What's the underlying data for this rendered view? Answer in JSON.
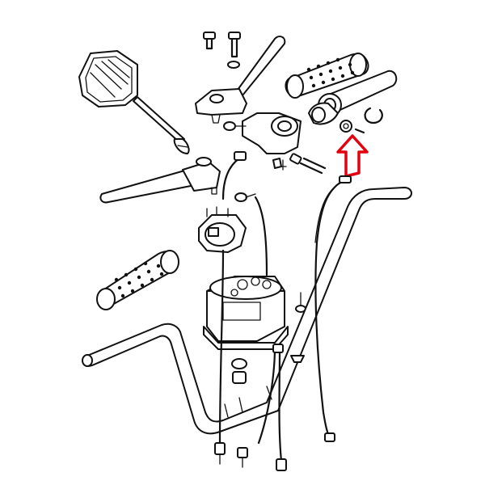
{
  "diagram": {
    "background": "#ffffff",
    "line_color": "#111111",
    "highlight_color": "#e3000f",
    "parts": [
      "mirror",
      "clutch-lever",
      "brake-lever",
      "lever-bolts",
      "left-grip",
      "right-grip",
      "throttle-sleeve",
      "throttle-housing",
      "switch-housing",
      "speedometer",
      "handlebar",
      "throttle-cable",
      "clutch-cable",
      "speedometer-cable",
      "small-screw",
      "snap-ring",
      "pivot-bolt",
      "damper-rubber"
    ],
    "callout": {
      "type": "arrow",
      "target": "small-screw",
      "direction": "up"
    }
  }
}
